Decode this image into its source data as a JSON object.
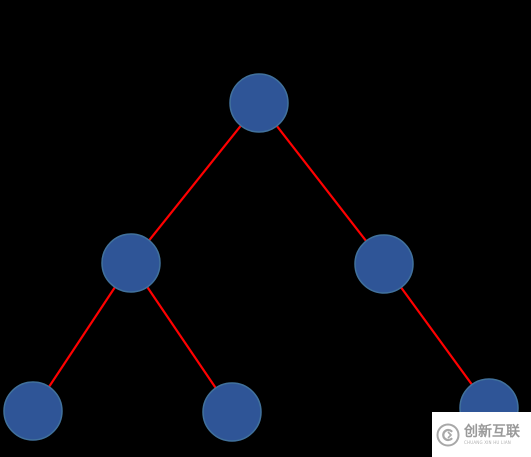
{
  "diagram": {
    "type": "binary-tree",
    "colors": {
      "background": "#000000",
      "node_fill": "#2f5597",
      "node_stroke": "#41719c",
      "edge": "#ff0000"
    },
    "nodes": [
      {
        "id": "root",
        "label": ""
      },
      {
        "id": "left",
        "label": ""
      },
      {
        "id": "right",
        "label": ""
      },
      {
        "id": "left-left",
        "label": ""
      },
      {
        "id": "left-right",
        "label": ""
      },
      {
        "id": "right-right",
        "label": ""
      }
    ],
    "edges": [
      {
        "from": "root",
        "to": "left"
      },
      {
        "from": "root",
        "to": "right"
      },
      {
        "from": "left",
        "to": "left-left"
      },
      {
        "from": "left",
        "to": "left-right"
      },
      {
        "from": "right",
        "to": "right-right"
      }
    ]
  },
  "watermark": {
    "main_text": "创新互联",
    "sub_text": "CHUANG XIN HU LIAN"
  }
}
